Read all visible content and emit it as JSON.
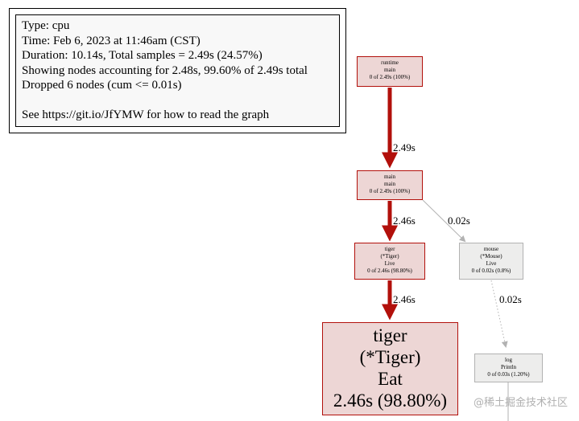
{
  "legend": {
    "type": "Type: cpu",
    "time": "Time: Feb 6, 2023 at 11:46am (CST)",
    "duration": "Duration: 10.14s, Total samples = 2.49s (24.57%)",
    "showing": "Showing nodes accounting for 2.48s, 99.60% of 2.49s total",
    "dropped": "Dropped 6 nodes (cum <= 0.01s)",
    "see": "See https://git.io/JfYMW for how to read the graph"
  },
  "nodes": {
    "runtime_main": {
      "pkg": "runtime",
      "func": "main",
      "stat": "0 of 2.49s (100%)"
    },
    "main_main": {
      "pkg": "main",
      "func": "main",
      "stat": "0 of 2.49s (100%)"
    },
    "tiger_live": {
      "pkg": "tiger",
      "recv": "(*Tiger)",
      "func": "Live",
      "stat": "0 of 2.46s (98.80%)"
    },
    "mouse_live": {
      "pkg": "mouse",
      "recv": "(*Mouse)",
      "func": "Live",
      "stat": "0 of 0.02s (0.8%)"
    },
    "tiger_eat": {
      "pkg": "tiger",
      "recv": "(*Tiger)",
      "func": "Eat",
      "stat": "2.46s (98.80%)"
    },
    "log_println": {
      "pkg": "log",
      "func": "Println",
      "stat": "0 of 0.03s (1.20%)"
    }
  },
  "edges": {
    "runtime_to_main": "2.49s",
    "main_to_tiger": "2.46s",
    "main_to_mouse": "0.02s",
    "tiger_to_eat": "2.46s",
    "mouse_to_log": "0.02s"
  },
  "colors": {
    "hot_fill": "#edd6d5",
    "hot_edge": "#b2100b",
    "cold_fill": "#ededec",
    "cold_edge": "#b2b2b2"
  },
  "watermark": "@稀土掘金技术社区"
}
